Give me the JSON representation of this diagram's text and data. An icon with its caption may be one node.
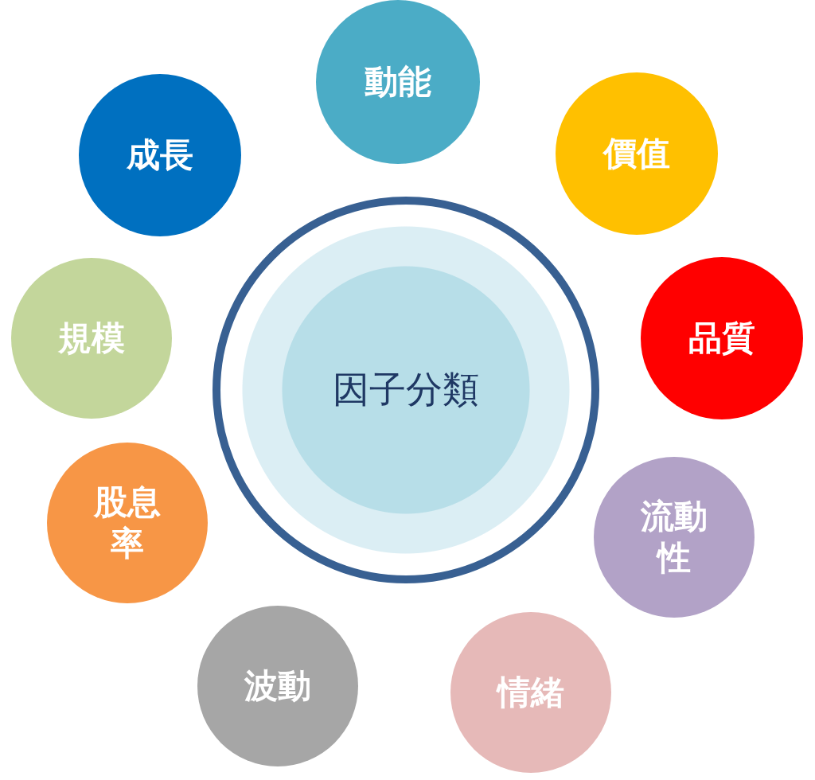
{
  "diagram": {
    "nodes": [
      {
        "text": [
          "因子分類"
        ]
      },
      {
        "text": [
          "動能"
        ]
      },
      {
        "text": [
          "價值"
        ]
      },
      {
        "text": [
          "品質"
        ]
      },
      {
        "text": [
          "流動性"
        ]
      },
      {
        "text": [
          "情緒"
        ]
      },
      {
        "text": [
          "波動"
        ]
      },
      {
        "text": [
          "股息率"
        ]
      },
      {
        "text": [
          "規模"
        ]
      },
      {
        "text": [
          "成長"
        ]
      }
    ]
  }
}
